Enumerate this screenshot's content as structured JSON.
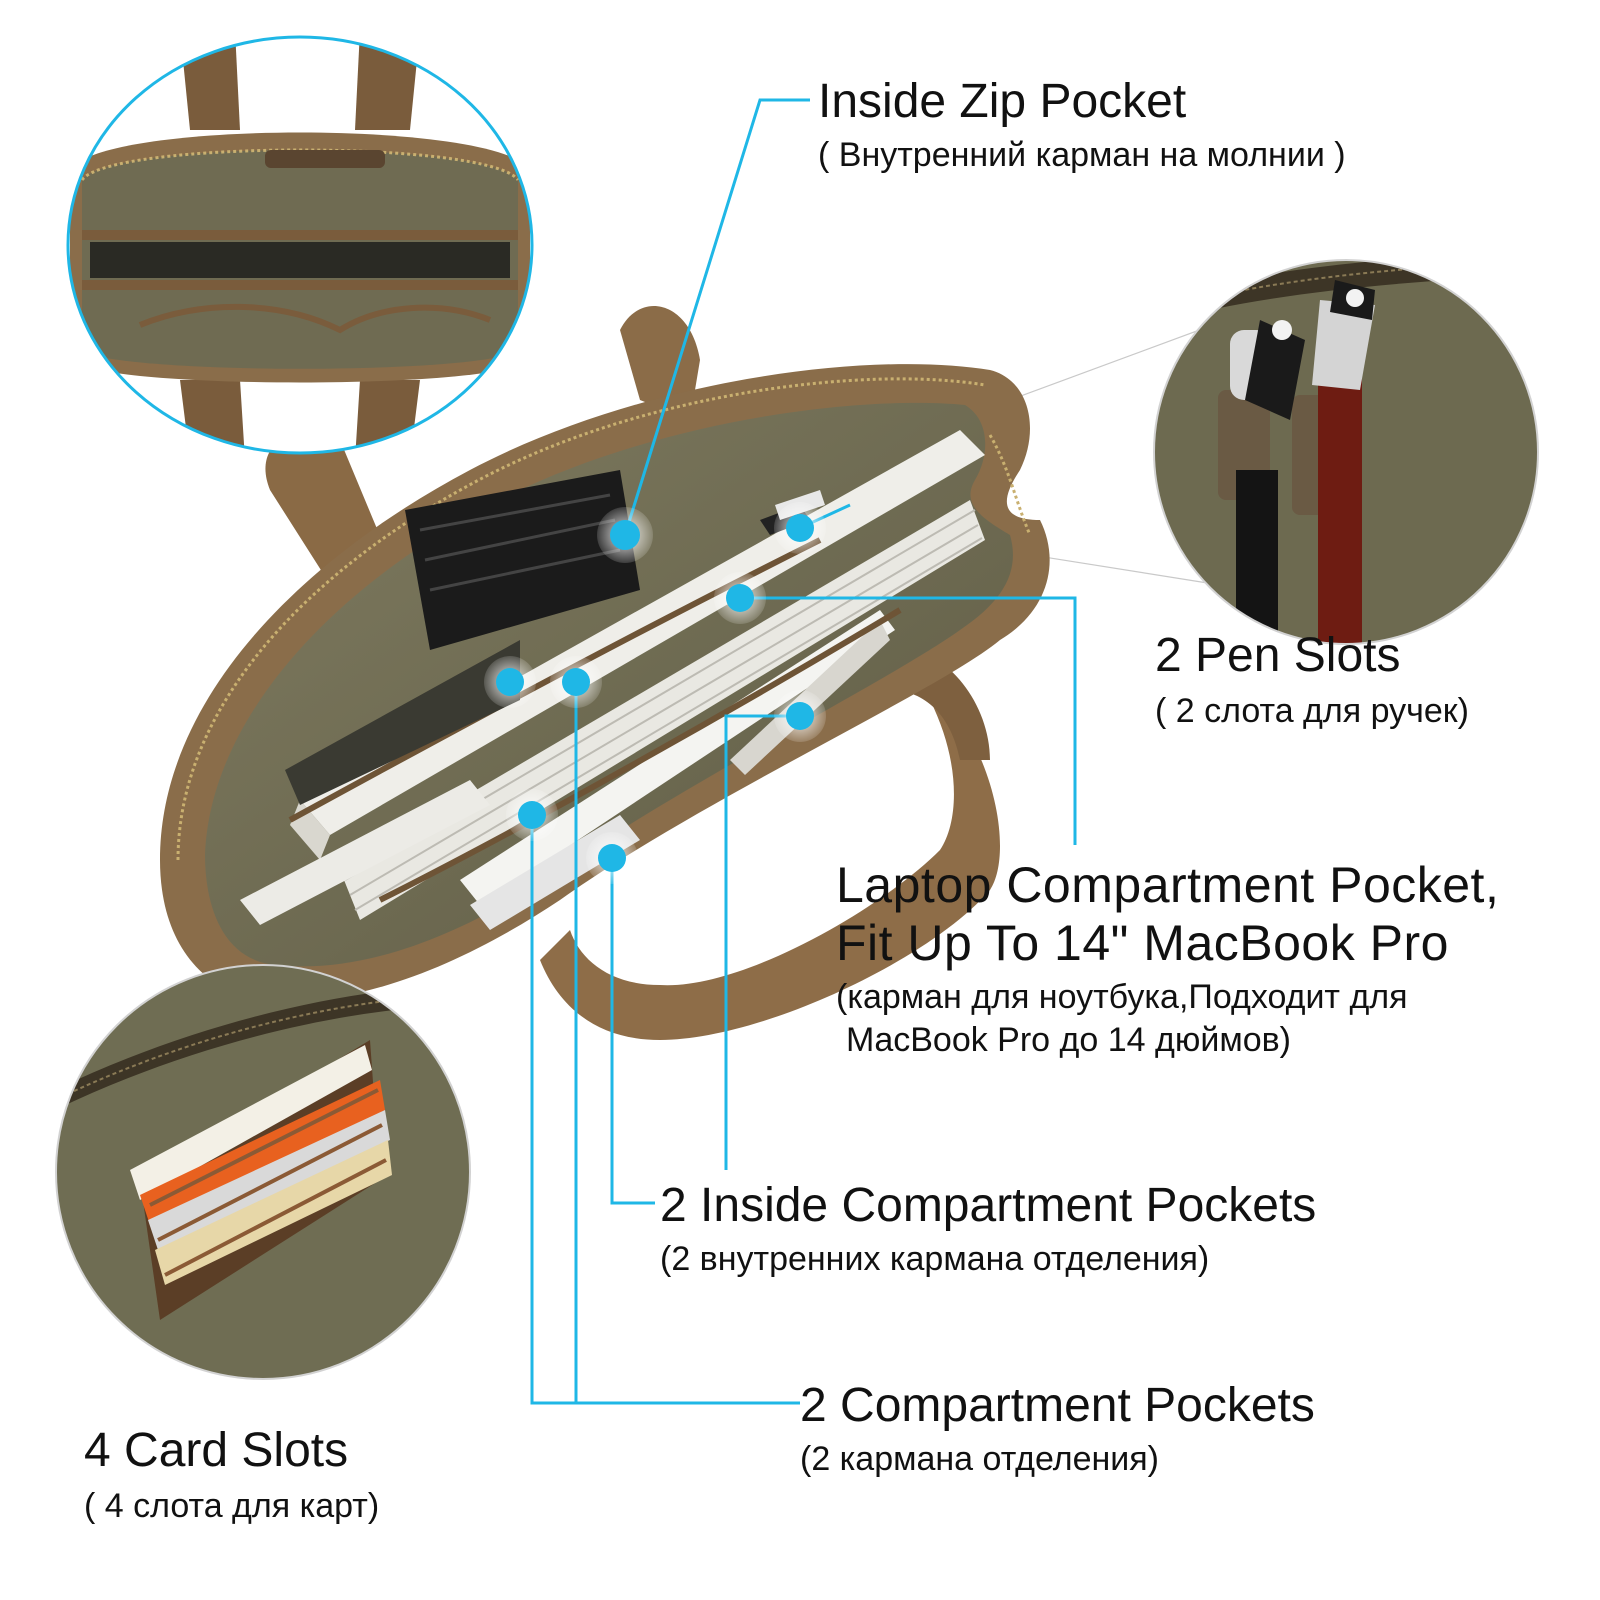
{
  "colors": {
    "accent": "#1fb7e6",
    "leather": "#7a5a3a",
    "canvas": "#6f6c52",
    "background": "#ffffff"
  },
  "callouts": {
    "zip_pocket": {
      "title": "Inside Zip Pocket",
      "subtitle": "( Внутренний карман на молнии )"
    },
    "pen_slots": {
      "title": "2 Pen Slots",
      "subtitle": "( 2 слота для ручек)"
    },
    "laptop": {
      "title_line1": "Laptop Compartment Pocket,",
      "title_line2": "Fit Up To 14\" MacBook Pro",
      "subtitle_line1": "(карман для ноутбука,Подходит для",
      "subtitle_line2": "MacBook Pro до 14 дюймов)"
    },
    "inside_compartment": {
      "title": "2 Inside Compartment Pockets",
      "subtitle": "(2 внутренних кармана отделения)"
    },
    "compartment": {
      "title": "2 Compartment Pockets",
      "subtitle": "(2 кармана отделения)"
    },
    "card_slots": {
      "title": "4 Card Slots",
      "subtitle": "( 4 слота для карт)"
    }
  }
}
